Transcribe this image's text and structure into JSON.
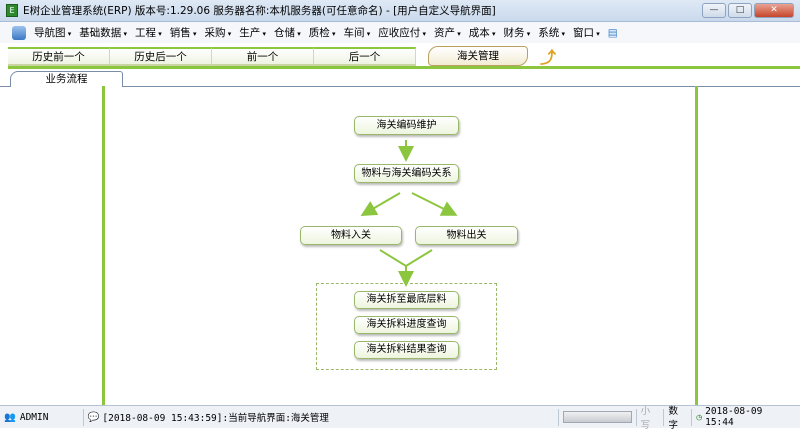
{
  "window": {
    "title": "E树企业管理系统(ERP) 版本号:1.29.06  服务器名称:本机服务器(可任意命名) - [用户自定义导航界面]",
    "app_icon": "E"
  },
  "menu": [
    "导航图",
    "基础数据",
    "工程",
    "销售",
    "采购",
    "生产",
    "仓储",
    "质检",
    "车间",
    "应收应付",
    "资产",
    "成本",
    "财务",
    "系统",
    "窗口"
  ],
  "nav": {
    "buttons": [
      "历史前一个",
      "历史后一个",
      "前一个",
      "后一个"
    ],
    "current": "海关管理"
  },
  "tab": {
    "label": "业务流程"
  },
  "flow": {
    "step1": "海关编码维护",
    "step2": "物料与海关编码关系",
    "in": "物料入关",
    "out": "物料出关",
    "sub": [
      "海关拆至最底层料",
      "海关拆料进度查询",
      "海关拆料结果查询"
    ]
  },
  "status": {
    "user": "ADMIN",
    "message": "[2018-08-09 15:43:59]:当前导航界面:海关管理",
    "caps": "小写",
    "num": "数字",
    "datetime": "2018-08-09 15:44"
  },
  "colors": {
    "accent": "#8cc63f"
  }
}
